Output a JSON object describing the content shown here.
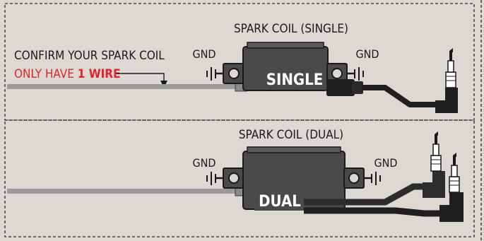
{
  "panels": {
    "single": {
      "title": "SPARK COIL (SINGLE)",
      "badge": "SINGLE",
      "gnd_left": "GND",
      "gnd_right": "GND",
      "note_line1": "CONFIRM YOUR SPARK COIL",
      "note_line2_prefix": "ONLY HAVE ",
      "note_line2_emphasis": "1 WIRE"
    },
    "dual": {
      "title": "SPARK COIL (DUAL)",
      "badge": "DUAL",
      "gnd_left": "GND",
      "gnd_right": "GND"
    }
  },
  "colors": {
    "background": "#ddd8d1",
    "coil_body": "#4a4a4a",
    "wire_gray": "#9a9a9a",
    "lead_dark": "#1f1f1f",
    "highlight_red": "#e0252b",
    "dashed_border": "#2a2a2a"
  }
}
